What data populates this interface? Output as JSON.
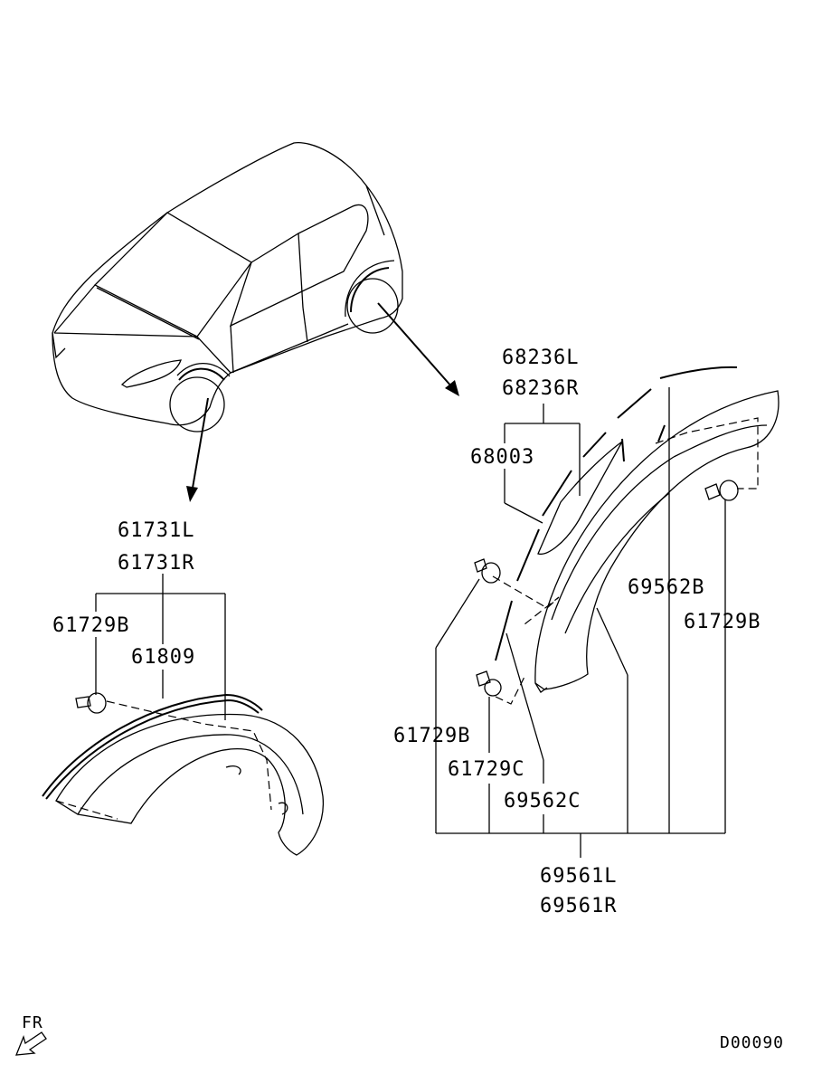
{
  "labels": {
    "front_flare": [
      "61731L",
      "61731R"
    ],
    "front_clip": "61729B",
    "front_strip": "61809",
    "rear_molding_upper": [
      "68236L",
      "68236R"
    ],
    "rear_tape": "68003",
    "rear_flare": [
      "69561L",
      "69561R"
    ],
    "rear_molding_b": "69562B",
    "rear_clip_right": "61729B",
    "rear_clip_left": "61729B",
    "rear_clip_c": "61729C",
    "rear_molding_c": "69562C"
  },
  "direction_marker": "FR",
  "diagram_code": "D00090",
  "colors": {
    "ink": "#000000",
    "paper": "#ffffff"
  }
}
